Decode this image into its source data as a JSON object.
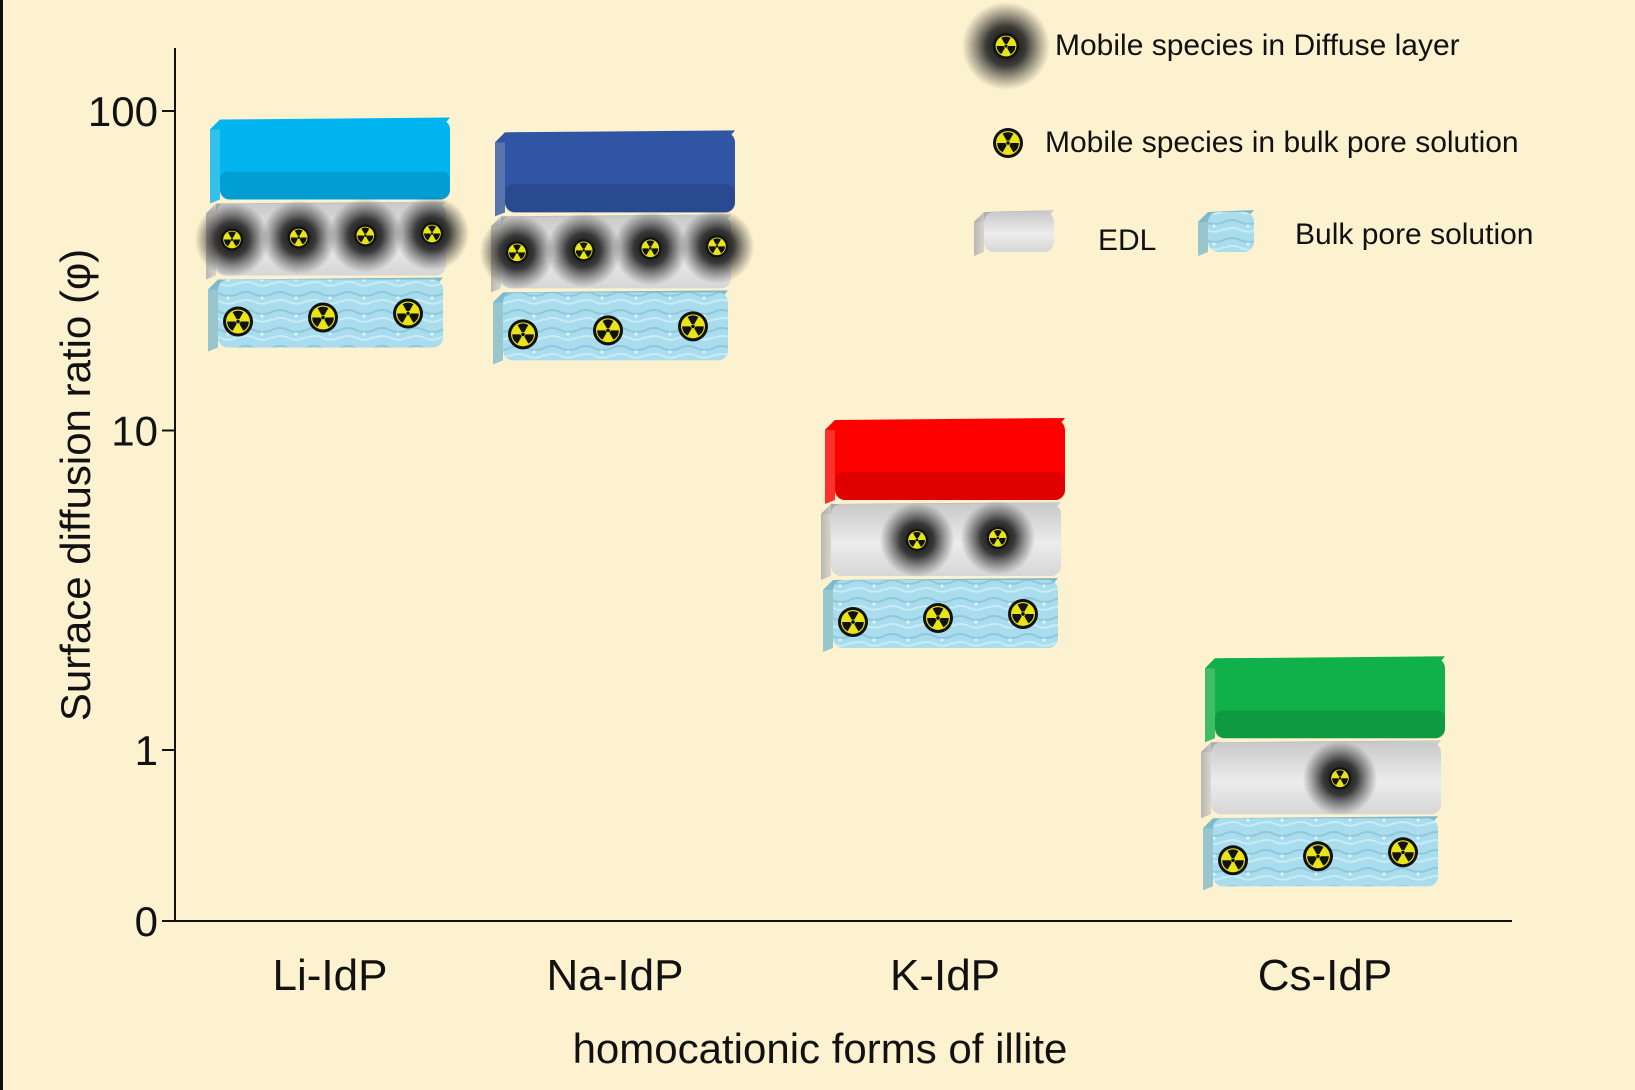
{
  "chart_data": {
    "type": "bar",
    "title": "",
    "xlabel": "homocationic forms of illite",
    "ylabel": "Surface diffusion ratio (φ)",
    "y_scale": "log",
    "y_ticks": [
      "0",
      "1",
      "10",
      "100"
    ],
    "categories": [
      "Li-IdP",
      "Na-IdP",
      "K-IdP",
      "Cs-IdP"
    ],
    "values": [
      68,
      62,
      7.8,
      1.4
    ],
    "series": [
      {
        "name": "EDL",
        "mobile_species_diffuse_layer": [
          4,
          4,
          2,
          1
        ]
      },
      {
        "name": "Bulk pore solution",
        "mobile_species_bulk_pore": [
          3,
          3,
          3,
          3
        ]
      }
    ],
    "bar_colors": [
      "#00b4f0",
      "#2f55a4",
      "#ff0000",
      "#10b04a"
    ],
    "edl_color": "#dedede",
    "bulk_color": "#a9dcec",
    "grid": false,
    "legend_position": "top-right",
    "legend": [
      {
        "label": "Mobile species in  Diffuse layer",
        "icon": "radiation-icon-with-halo"
      },
      {
        "label": "Mobile species in  bulk pore solution",
        "icon": "radiation-icon"
      },
      {
        "label": "EDL",
        "icon": "grey-block-icon"
      },
      {
        "label": "Bulk pore solution",
        "icon": "blue-block-icon"
      }
    ]
  }
}
